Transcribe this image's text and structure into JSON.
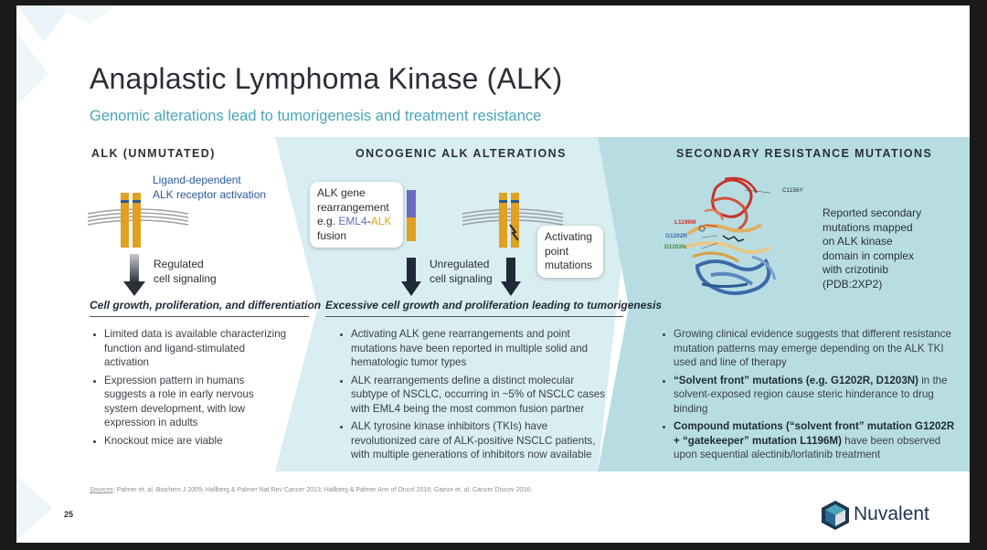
{
  "title": "Anaplastic Lymphoma Kinase (ALK)",
  "subtitle": "Genomic alterations lead to tumorigenesis and treatment resistance",
  "colors": {
    "accent": "#4aa5b8",
    "panel_light": "#d8eef1",
    "panel_dark": "#b6dde3",
    "receptor_orange": "#e0a020",
    "receptor_purple": "#6a6abe",
    "arrow_dark": "#2b2f36"
  },
  "columns": [
    {
      "heading": "ALK (UNMUTATED)",
      "label_top": "Ligand-dependent\nALK receptor activation",
      "label_arrow": "Regulated\ncell signaling",
      "outcome": "Cell growth, proliferation, and differentiation",
      "bullets": [
        "Limited data is available characterizing function and ligand-stimulated activation",
        "Expression pattern in humans suggests a role in early nervous system development, with low expression in adults",
        "Knockout mice are viable"
      ]
    },
    {
      "heading": "ONCOGENIC ALK ALTERATIONS",
      "callout_left": "ALK gene rearrangement e.g. ",
      "callout_left_eml4": "EML4",
      "callout_left_dash": "-",
      "callout_left_alk": "ALK",
      "callout_left_tail": " fusion",
      "label_arrow": "Unregulated\ncell signaling",
      "callout_right": "Activating point mutations",
      "outcome": "Excessive cell growth and proliferation leading to tumorigenesis",
      "bullets": [
        "Activating ALK gene rearrangements and point mutations have been reported in multiple solid and hematologic tumor types",
        "ALK rearrangements define a distinct molecular subtype of NSCLC, occurring in ~5% of NSCLC cases with EML4 being the most common fusion partner",
        "ALK tyrosine kinase inhibitors (TKIs) have revolutionized care of ALK-positive NSCLC patients, with multiple generations of inhibitors now available"
      ]
    },
    {
      "heading": "SECONDARY RESISTANCE MUTATIONS",
      "structure_labels": [
        "C1156Y",
        "L1196M",
        "G1202R",
        "D1203N"
      ],
      "structure_caption": "Reported secondary mutations mapped on ALK kinase domain in complex with crizotinib (PDB:2XP2)",
      "bullets": [
        {
          "pre": "Growing clinical evidence suggests that different resistance mutation patterns may emerge depending on the ALK TKI used and line of therapy",
          "bold": "",
          "post": ""
        },
        {
          "pre": "",
          "bold": "“Solvent front” mutations (e.g. G1202R, D1203N)",
          "post": " in the solvent-exposed region cause steric hinderance to drug binding"
        },
        {
          "pre": "",
          "bold": "Compound mutations (“solvent front” mutation G1202R + “gatekeeper” mutation L1196M)",
          "post": " have been observed upon sequential alectinib/lorlatinib treatment"
        }
      ]
    }
  ],
  "sources_label": "Sources",
  "sources_text": ": Palmer et. al. Biochem J 2009; Hallberg & Palmer Nat Rev Cancer 2013; Hallberg & Palmer Ann of Oncol 2016; Gainor et. al. Cancer Discov 2016;",
  "page_number": "25",
  "logo": "Nuvalent"
}
